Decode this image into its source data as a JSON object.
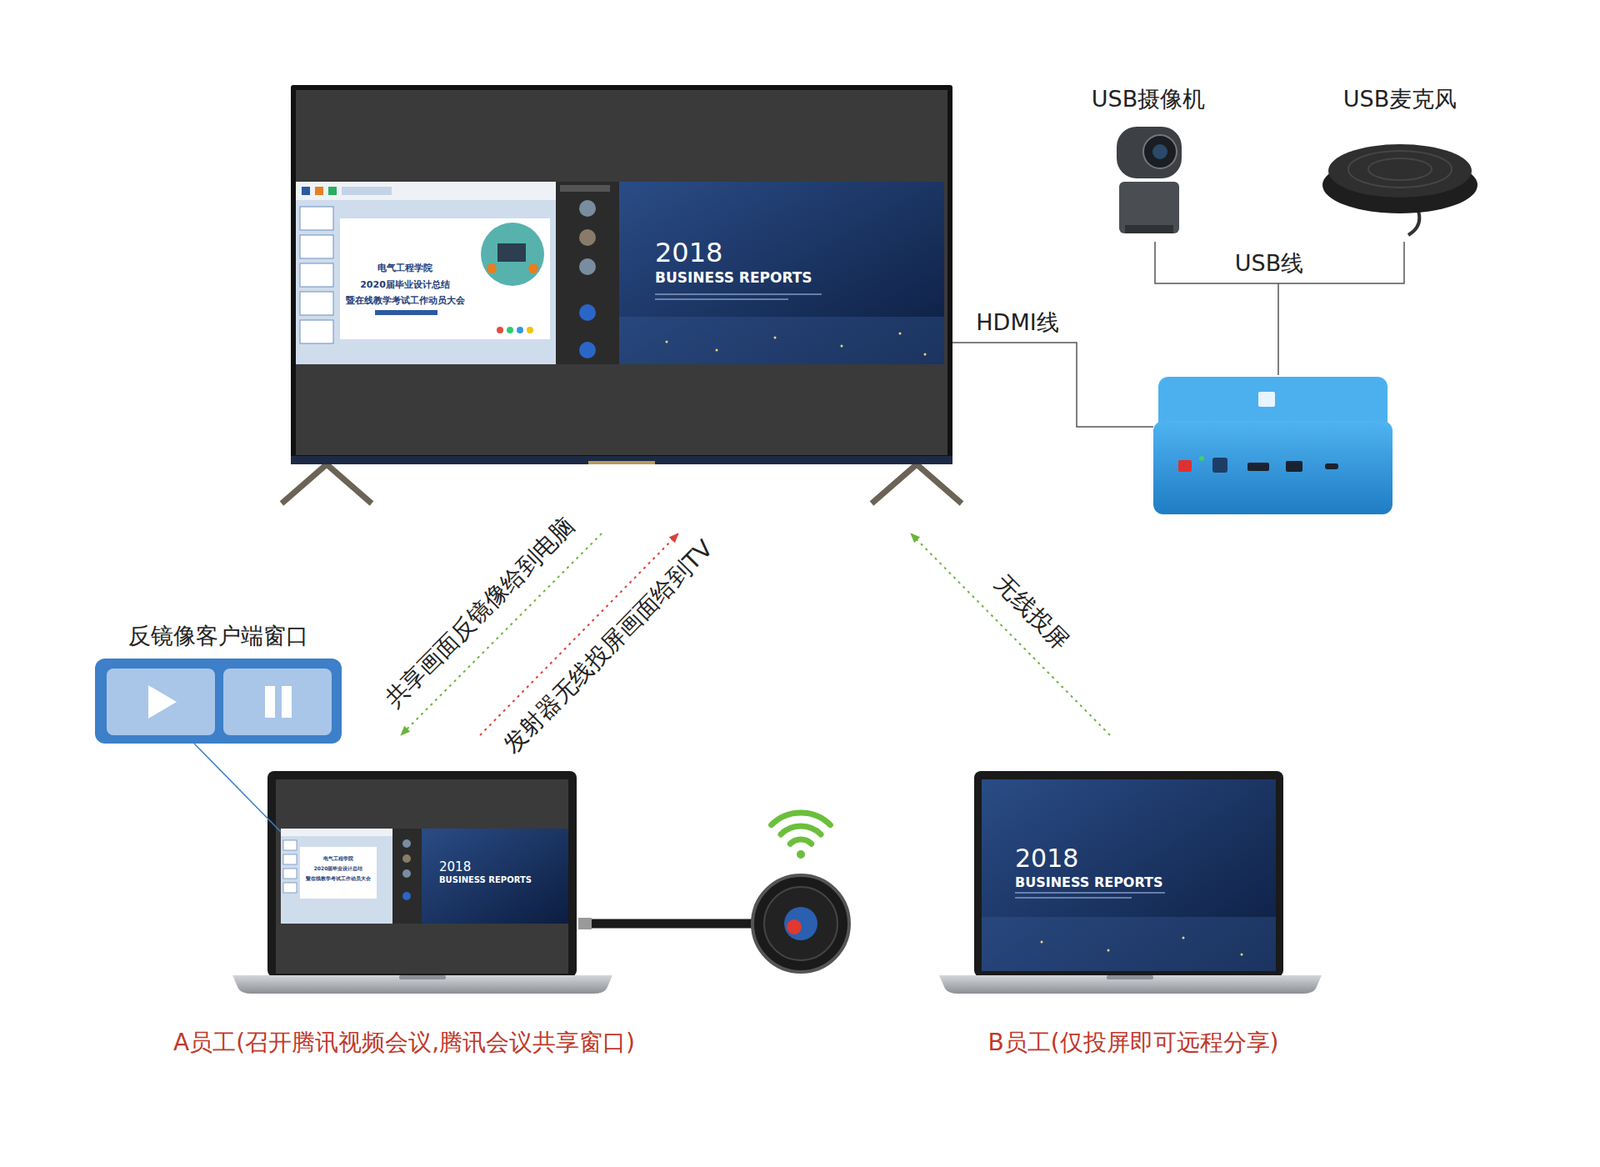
{
  "diagram": {
    "nodes": [
      {
        "text": [
          "电气工程学院",
          "2020届毕业设计总结",
          "暨在线教学考试工作动员大会",
          "2018",
          "BUSINESS REPORTS"
        ]
      },
      {
        "text": [
          "USB摄像机"
        ]
      },
      {
        "text": [
          "USB麦克风"
        ]
      },
      {
        "text": [
          "反镜像客户端窗口"
        ]
      },
      {
        "text": [
          "电气工程学院",
          "2020届毕业设计总结",
          "暨在线教学考试工作动员大会",
          "2018",
          "BUSINESS REPORTS",
          "A员工(召开腾讯视频会议,腾讯会议共享窗口)"
        ]
      },
      {
        "text": [
          "2018",
          "BUSINESS REPORTS",
          "B员工(仅投屏即可远程分享)"
        ]
      }
    ],
    "edges": [
      {
        "from": 0,
        "to": 4,
        "arrow": "to",
        "label": "共享画面反镜像给到电脑"
      },
      {
        "from": 4,
        "to": 0,
        "arrow": "to",
        "label": "发射器无线投屏画面给到TV"
      },
      {
        "from": 5,
        "to": 0,
        "arrow": "to",
        "label": "无线投屏"
      },
      {
        "from": 3,
        "to": 4,
        "arrow": "none"
      }
    ],
    "labels": [
      "USB线",
      "HDMI线"
    ]
  }
}
